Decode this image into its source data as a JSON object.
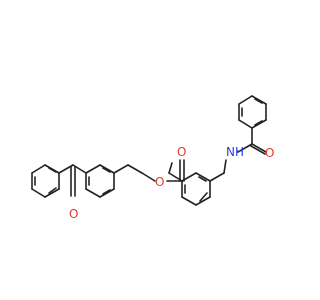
{
  "molecule": {
    "atom_labels": {
      "ketone_oxygen": "O",
      "ester_carbonyl_oxygen": "O",
      "ester_bridge_oxygen": "O",
      "amide_oxygen": "O",
      "amide_nitrogen": "NH"
    },
    "colors": {
      "bond": "#222222",
      "oxygen": "#e03a2a",
      "nitrogen": "#2a3fe0",
      "background": "#ffffff"
    }
  }
}
